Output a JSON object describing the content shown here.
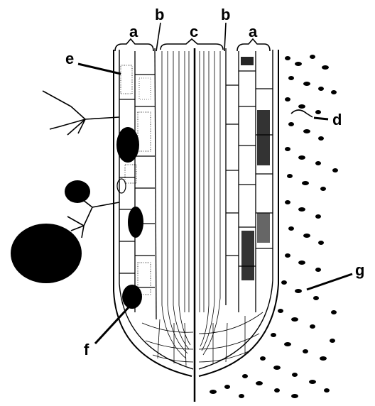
{
  "labels": {
    "a_left": "a",
    "a_right": "a",
    "b_left": "b",
    "b_right": "b",
    "c": "c",
    "d": "d",
    "e": "e",
    "f": "f",
    "g": "g"
  },
  "colors": {
    "ink": "#000000",
    "paper": "#ffffff"
  }
}
